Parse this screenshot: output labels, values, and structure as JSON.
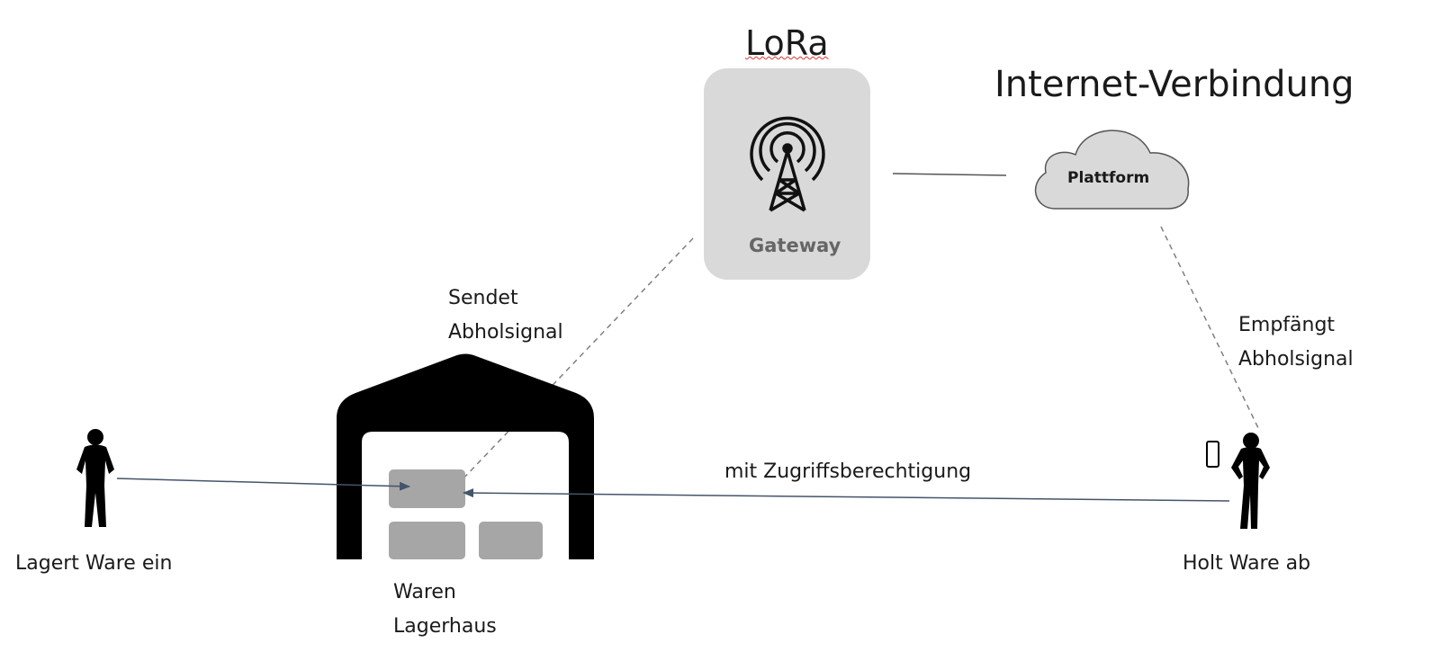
{
  "titles": {
    "lora": "LoRa",
    "internet": "Internet-Verbindung"
  },
  "gateway": {
    "label": "Gateway",
    "icon": "radio-tower-icon"
  },
  "cloud": {
    "label": "Plattform",
    "icon": "cloud-icon"
  },
  "labels": {
    "sends": "Sendet\nAbholsignal",
    "receives": "Empfängt\nAbholsignal",
    "access": "mit Zugriffsberechtigung",
    "stores": "Lagert Ware ein",
    "picks_up": "Holt Ware ab",
    "warehouse": "Waren\nLagerhaus"
  },
  "colors": {
    "box": "#d9d9d9",
    "goods": "#a6a6a6",
    "arrow": "#44546a",
    "dash": "#7f7f7f"
  }
}
